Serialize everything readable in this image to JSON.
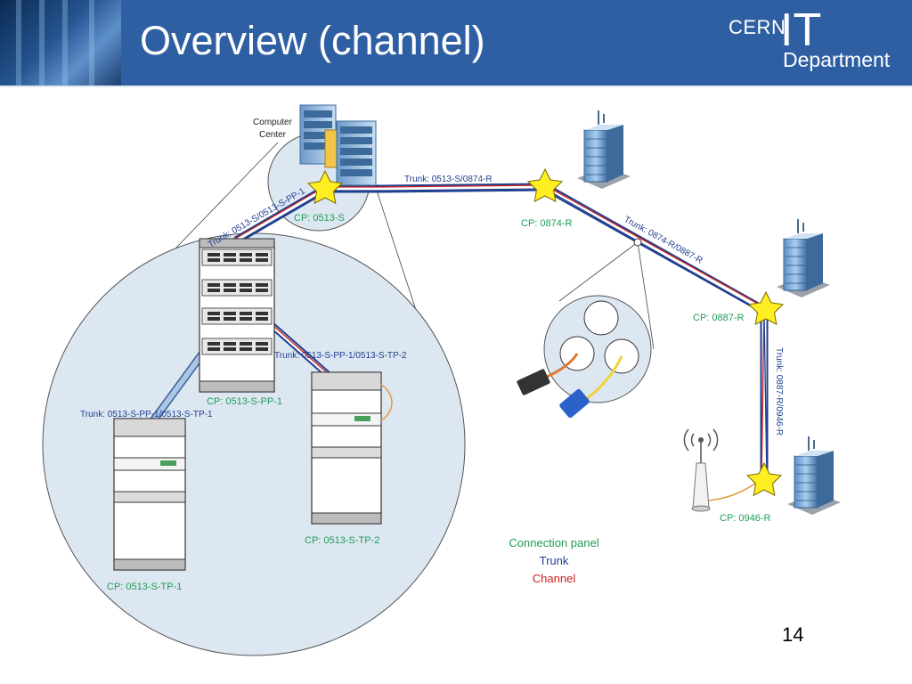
{
  "slide": {
    "title": "Overview (channel)",
    "page_number": "14",
    "logo": {
      "cern": "CERN",
      "it": "IT",
      "department": "Department"
    }
  },
  "diagram": {
    "computer_center_label_line1": "Computer",
    "computer_center_label_line2": "Center",
    "trunks": {
      "t1": "Trunk: 0513-S/0874-R",
      "t2": "Trunk: 0874-R/0887-R",
      "t3": "Trunk: 0887-R/0946-R",
      "t4": "Trunk: 0513-S/0513-S-PP-1",
      "t5": "Trunk: 0513-S-PP-1/0513-S-TP-2",
      "t6": "Trunk: 0513-S-PP-1/0513-S-TP-1"
    },
    "connection_points": {
      "cp1": "CP: 0513-S",
      "cp2": "CP: 0874-R",
      "cp3": "CP: 0887-R",
      "cp4": "CP: 0946-R",
      "cp5": "CP: 0513-S-PP-1",
      "cp6": "CP: 0513-S-TP-2",
      "cp7": "CP: 0513-S-TP-1"
    },
    "legend": {
      "connection_panel": "Connection panel",
      "trunk": "Trunk",
      "channel": "Channel"
    },
    "colors": {
      "connection_panel": "#1f9d55",
      "trunk": "#1f3f8f",
      "channel": "#cc1f1f",
      "star": "#ffee22"
    }
  }
}
